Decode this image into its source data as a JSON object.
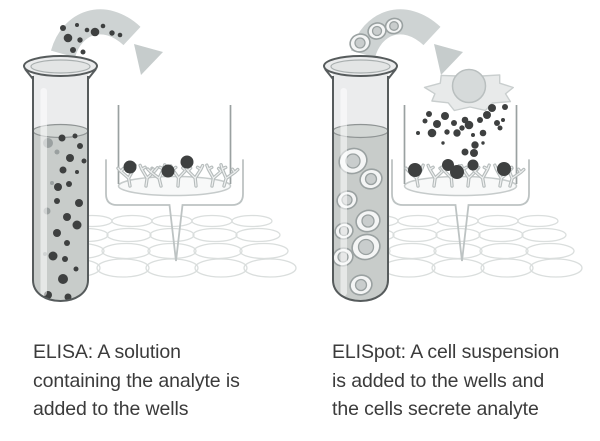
{
  "figure": {
    "panels": [
      {
        "id": "elisa",
        "caption": "ELISA: A solution containing the analyte is added to the wells",
        "caption_lines": [
          "ELISA: A solution",
          "containing the analyte is",
          "added to the wells"
        ],
        "elements": [
          "test-tube-with-analyte-solution",
          "pour-arrow-with-analyte-dots",
          "assay-well-with-capture-antibodies",
          "bound-analyte-dots",
          "microplate-wells-grid"
        ]
      },
      {
        "id": "elispot",
        "caption": "ELISpot: A cell suspension is added to the wells and the cells secrete analyte",
        "caption_lines": [
          "ELISpot: A cell suspension",
          "is added to the wells and",
          "the cells secrete analyte"
        ],
        "elements": [
          "test-tube-with-cell-suspension",
          "pour-arrow-with-cells",
          "secreting-cell-splat",
          "secreted-analyte-dots",
          "assay-well-with-capture-antibodies",
          "microplate-wells-grid"
        ]
      }
    ]
  },
  "colors": {
    "background": "#ffffff",
    "text": "#3b3b3b",
    "analyte_dot": "#3e4040",
    "faded_dot": "#9aa0a0",
    "tube_outline": "#565b5c",
    "tube_glass": "#ebeced",
    "tube_inner_mouth": "#e3e5e5",
    "tube_liquid": "#c8ccca",
    "liquid_surface": "#d3d7d5",
    "arrow_band": "#ced3d3",
    "arrow_head": "#c6cccc",
    "well_wall": "#9aa1a1",
    "well_floor": "#f8f9f9",
    "well_floor_edge": "#c6cbcb",
    "antibody": "#b6bcbc",
    "antibody_inner": "#eef0f0",
    "bracket": "#bdc3c3",
    "plate_well_outline": "#dadedd",
    "cell_fill": "#f4f5f5",
    "cell_outline": "#9aa1a1",
    "cell_nucleus": "#c9cdcd",
    "splat_fill": "#e8eaea",
    "splat_outline": "#c9cece",
    "splat_nucleus": "#d6dada",
    "splat_nucleus_edge": "#b9bfbf"
  }
}
